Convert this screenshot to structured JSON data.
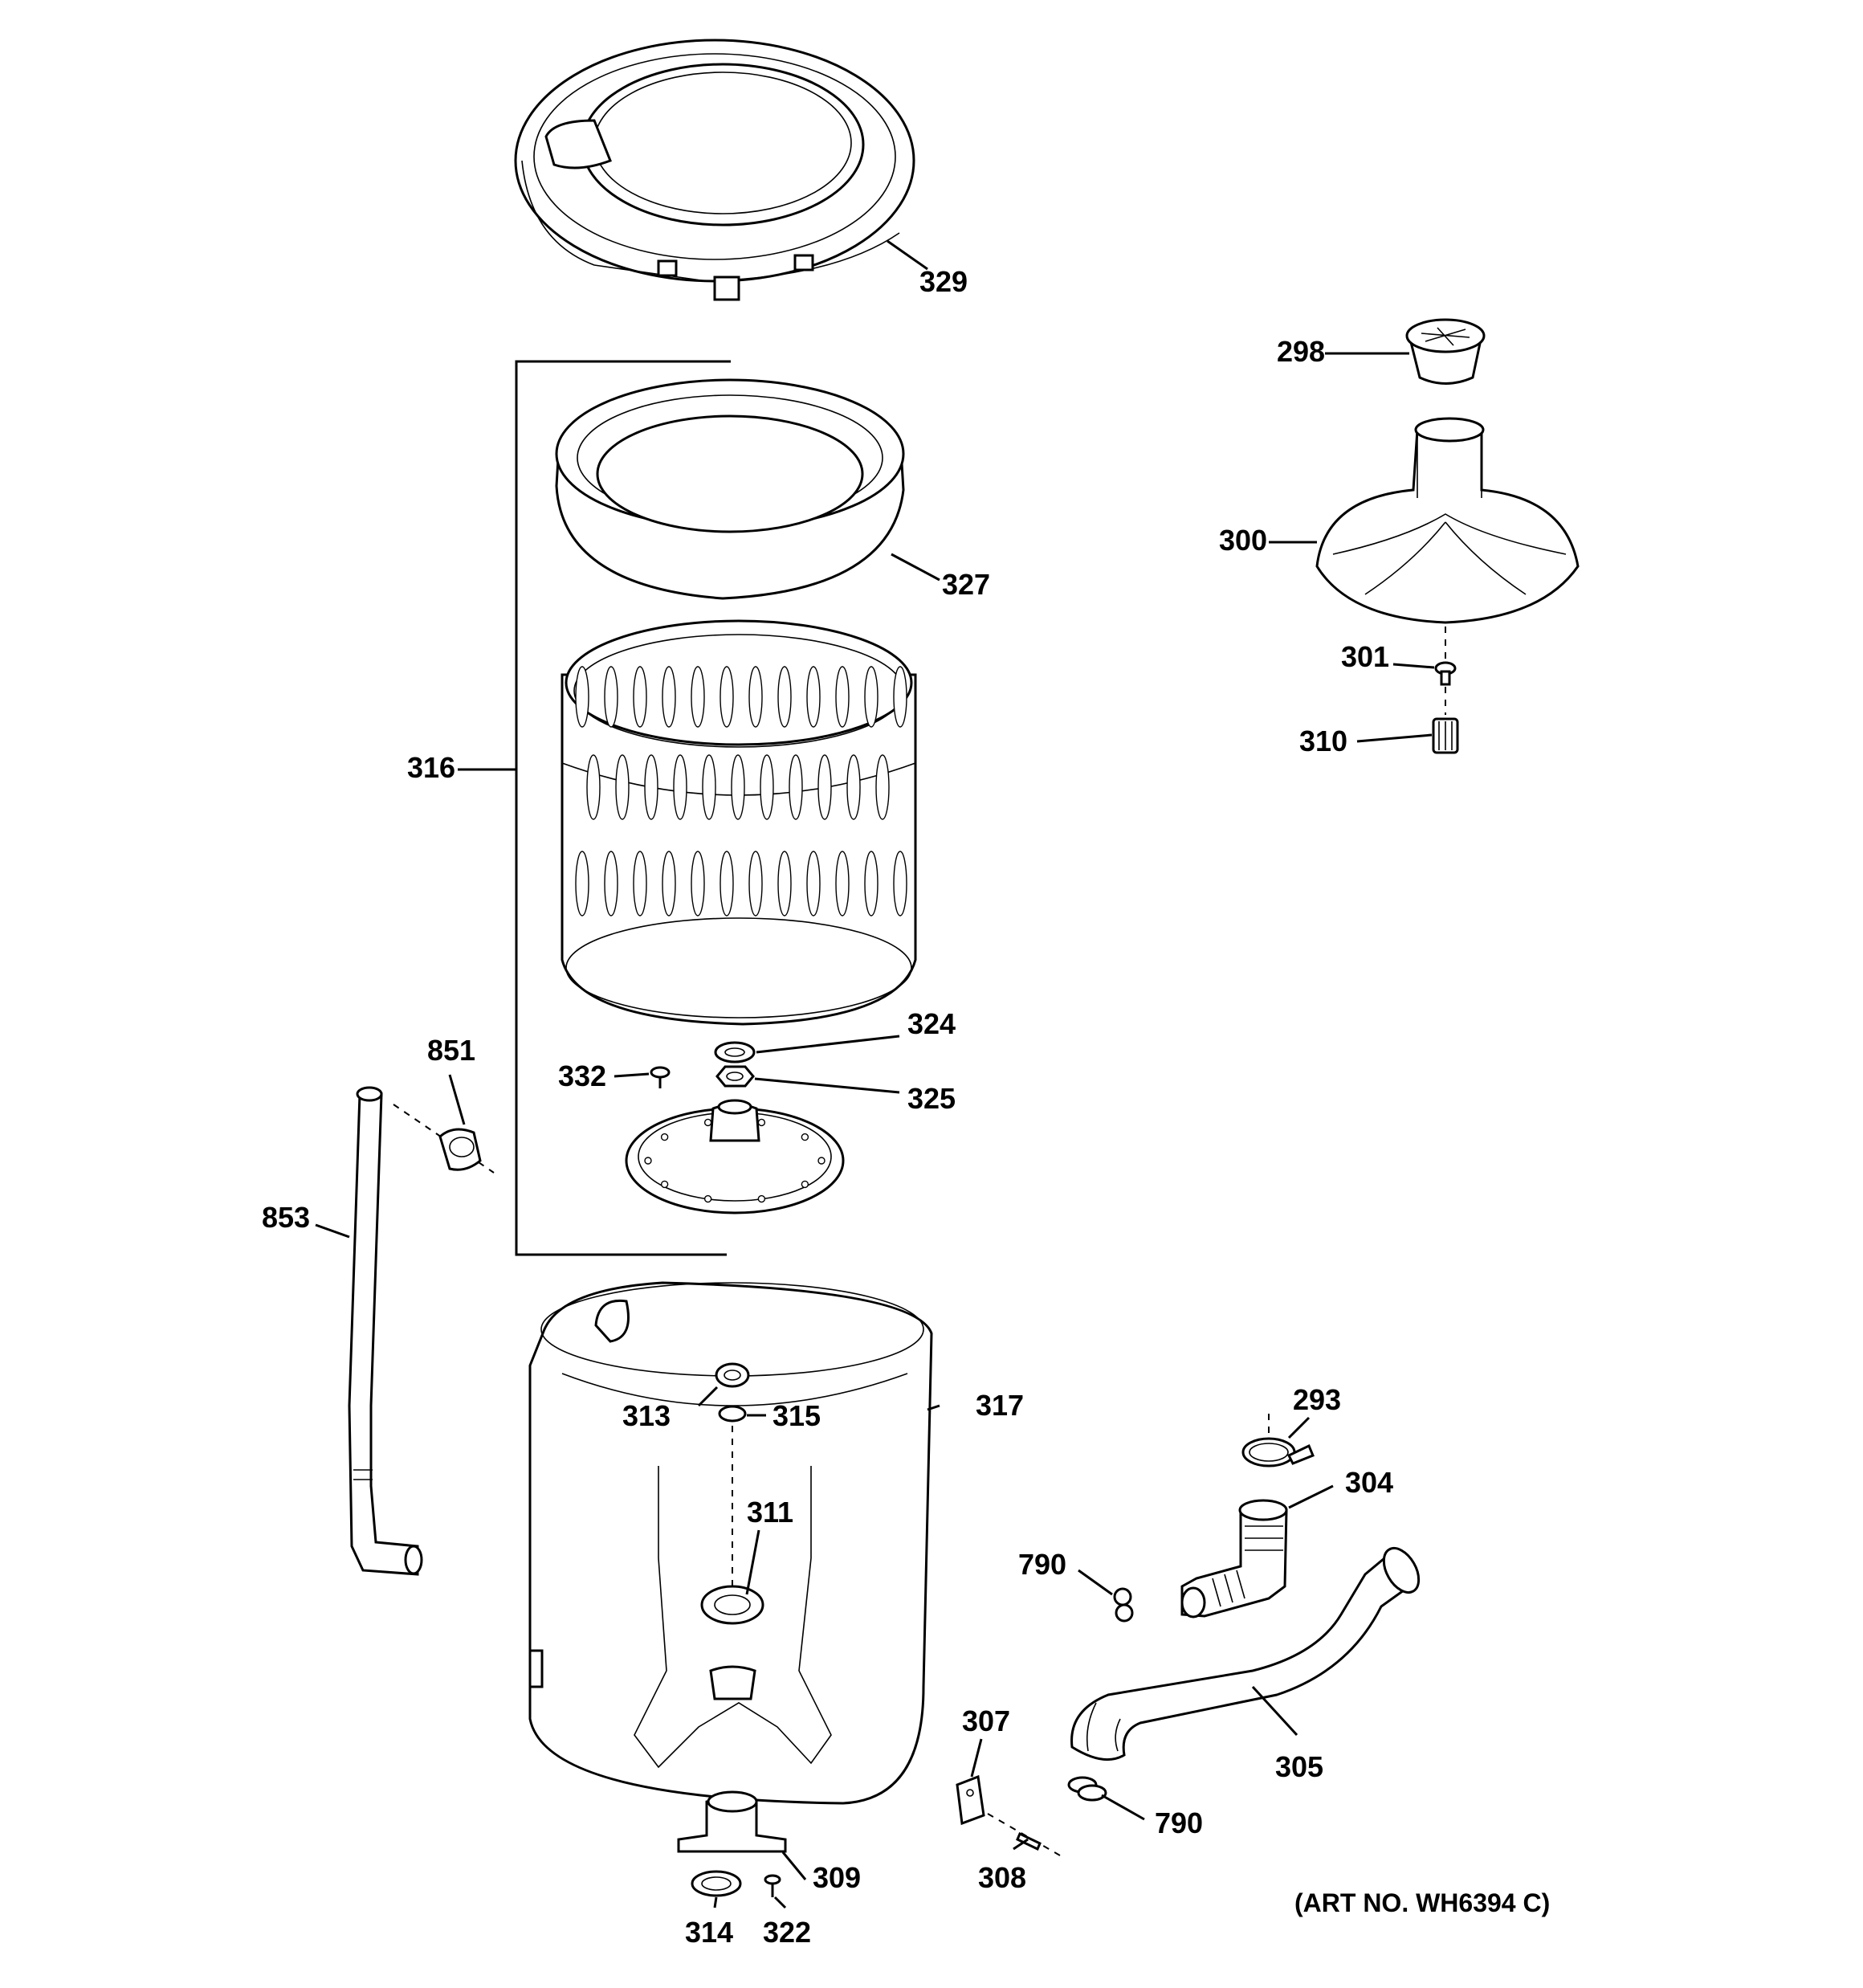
{
  "callouts": {
    "c329": "329",
    "c298": "298",
    "c300": "300",
    "c301": "301",
    "c310": "310",
    "c327": "327",
    "c316": "316",
    "c324": "324",
    "c325": "325",
    "c332": "332",
    "c851": "851",
    "c853": "853",
    "c317": "317",
    "c313": "313",
    "c315": "315",
    "c311": "311",
    "c293": "293",
    "c304": "304",
    "c790a": "790",
    "c790b": "790",
    "c307": "307",
    "c305": "305",
    "c308": "308",
    "c309": "309",
    "c314": "314",
    "c322": "322"
  },
  "art_number": "(ART NO. WH6394 C)"
}
